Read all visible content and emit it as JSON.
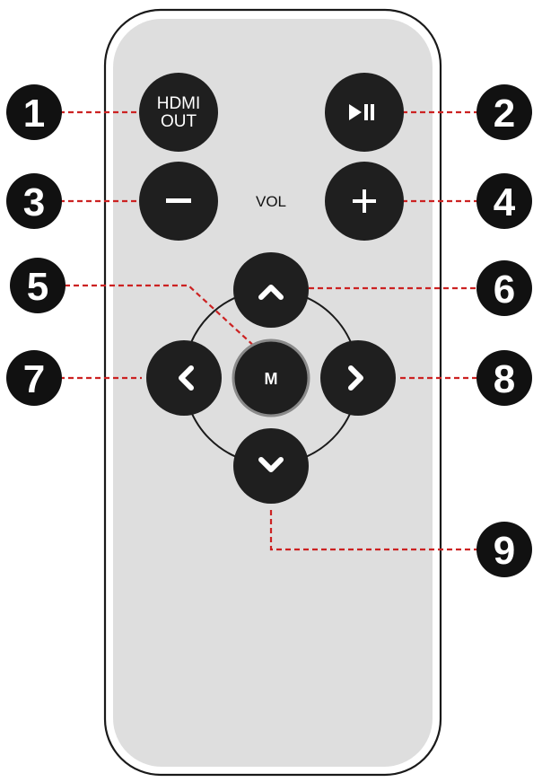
{
  "remote": {
    "body_color": "#dedede",
    "outline_color": "#1a1a1a",
    "button_color": "#1f1f1f",
    "button_text_color": "#ffffff",
    "leader_color": "#cc2222",
    "badge_color": "#111111",
    "vol_label": "VOL",
    "buttons": {
      "hdmi_out": {
        "line1": "HDMI",
        "line2": "OUT",
        "icon": "hdmi-text"
      },
      "play_pause": {
        "icon": "play-pause-icon"
      },
      "vol_minus": {
        "icon": "minus-icon"
      },
      "vol_plus": {
        "icon": "plus-icon"
      },
      "up": {
        "icon": "chevron-up-icon"
      },
      "menu": {
        "label": "M"
      },
      "left": {
        "icon": "chevron-left-icon"
      },
      "right": {
        "icon": "chevron-right-icon"
      },
      "down": {
        "icon": "chevron-down-icon"
      }
    }
  },
  "callouts": [
    "1",
    "2",
    "3",
    "4",
    "5",
    "6",
    "7",
    "8",
    "9"
  ]
}
